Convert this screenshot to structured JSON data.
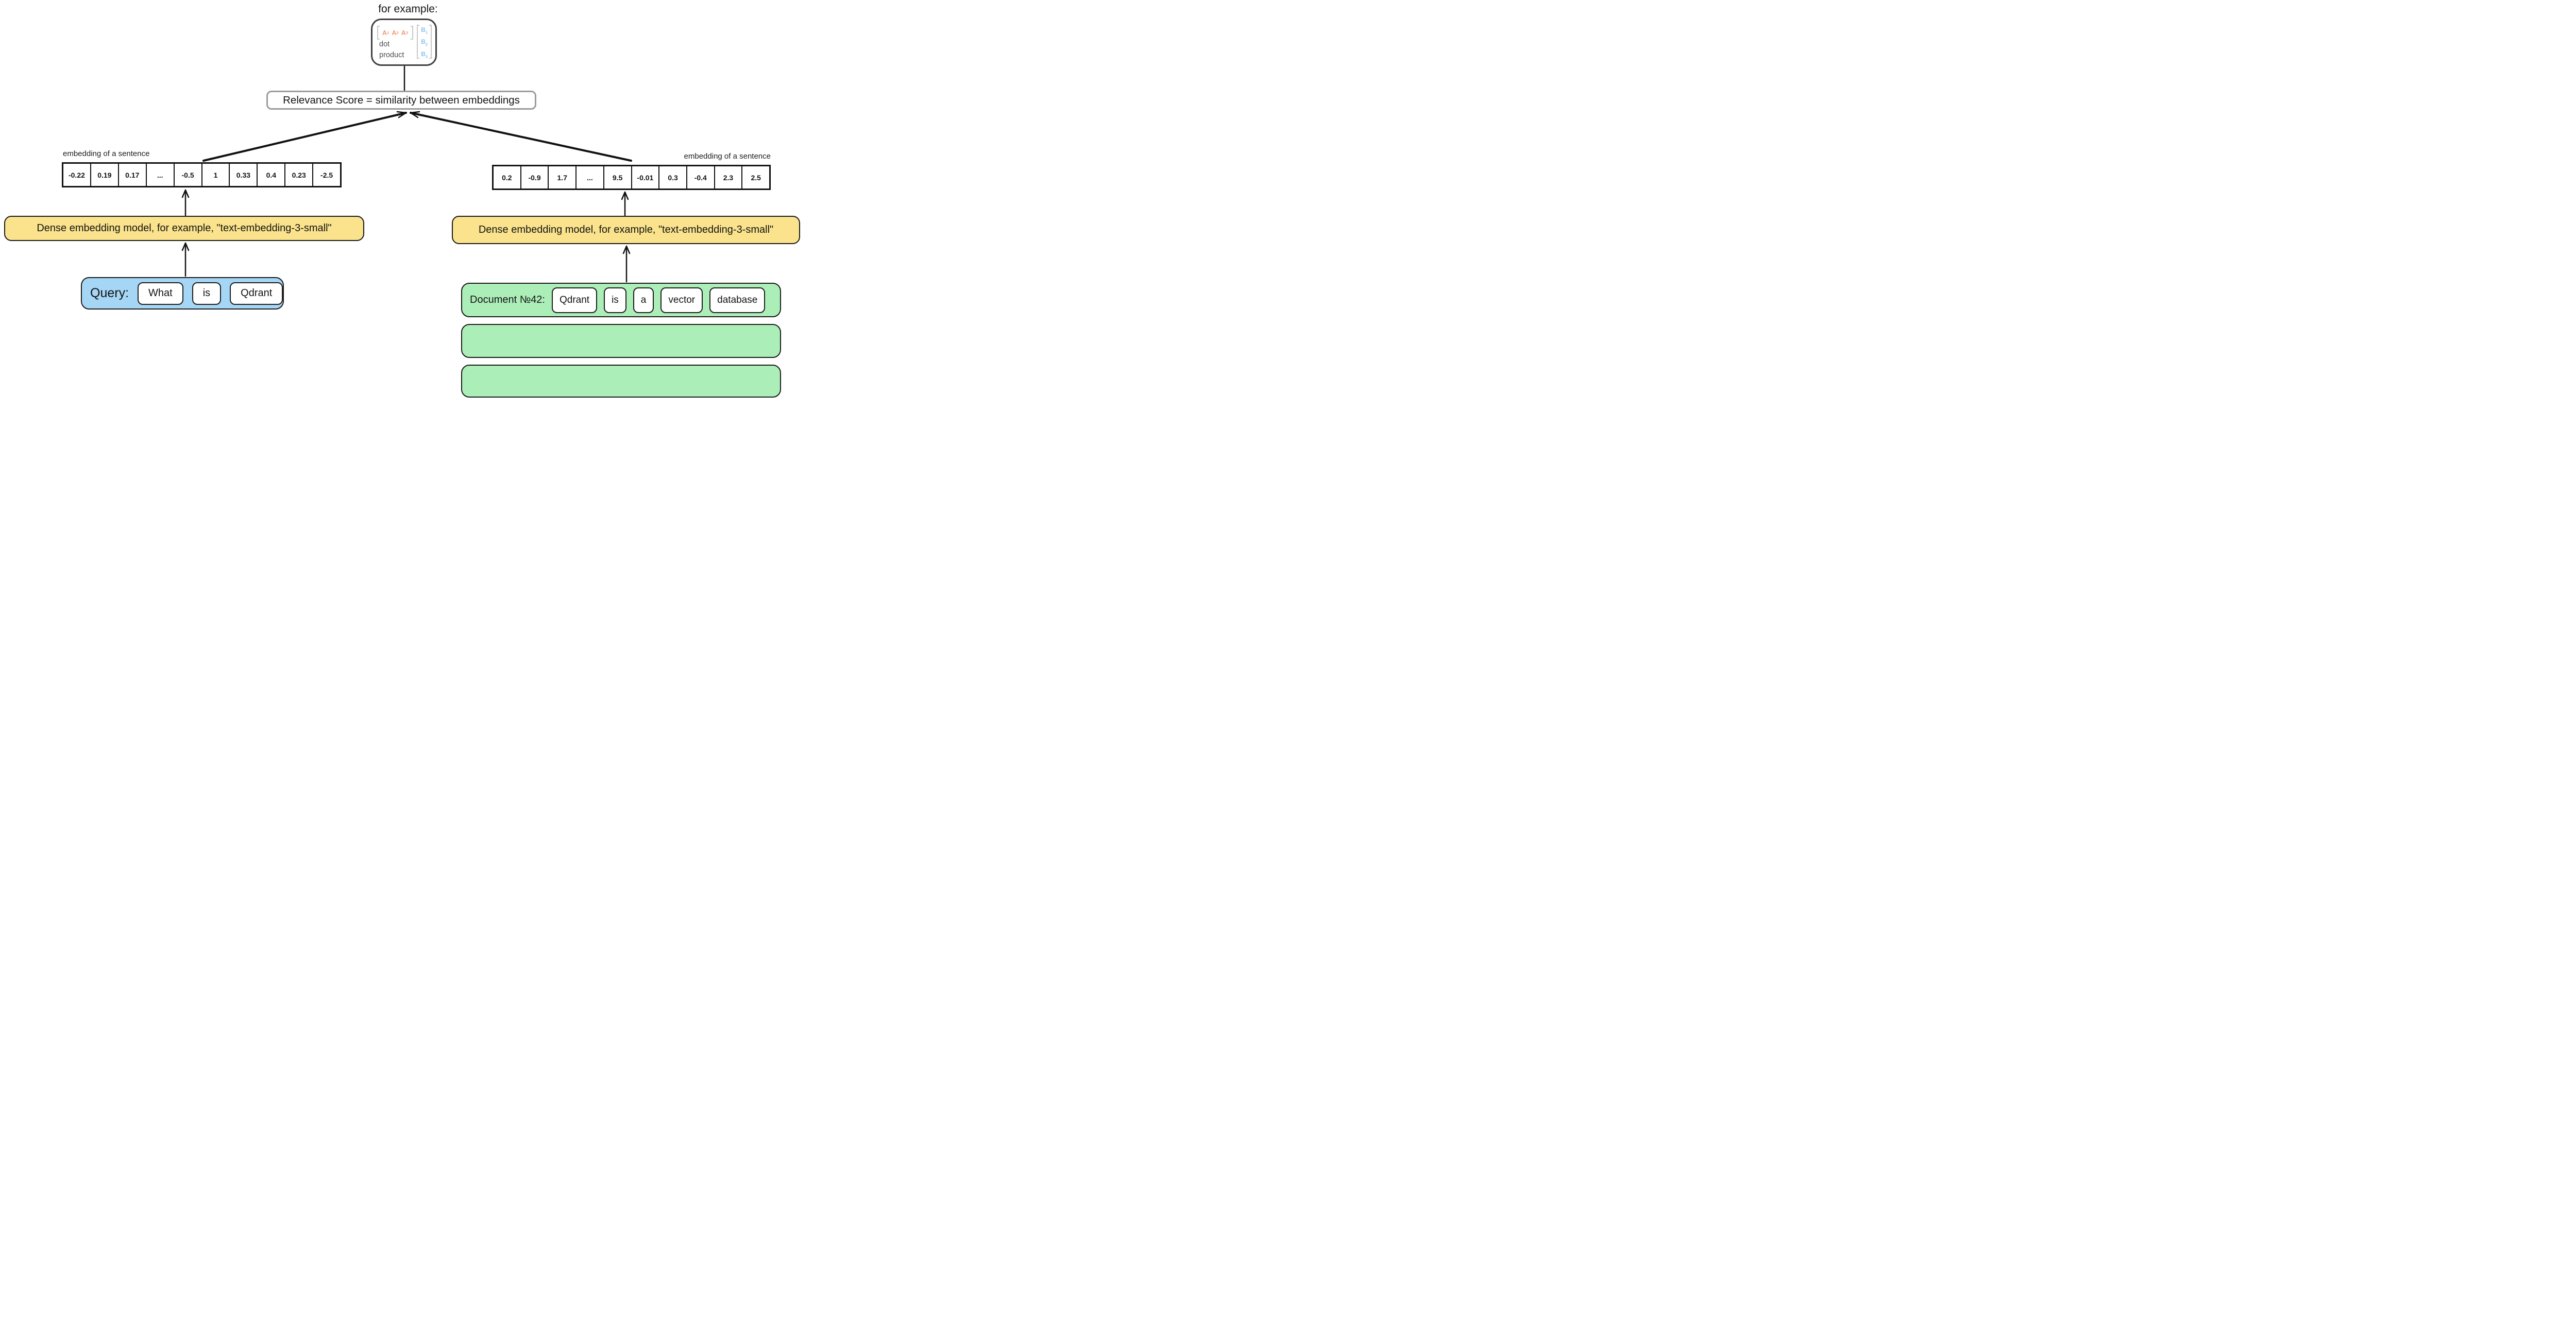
{
  "example": {
    "caption": "for example:",
    "vector_a": [
      {
        "base": "A",
        "sub": "1"
      },
      {
        "base": "A",
        "sub": "2"
      },
      {
        "base": "A",
        "sub": "3"
      }
    ],
    "vector_b": [
      {
        "base": "B",
        "sub": "1"
      },
      {
        "base": "B",
        "sub": "2"
      },
      {
        "base": "B",
        "sub": "3"
      }
    ],
    "operation_label": "dot product"
  },
  "relevance": {
    "text": "Relevance Score = similarity between embeddings"
  },
  "left": {
    "embedding_label": "embedding of a sentence",
    "embedding_values": [
      "-0.22",
      "0.19",
      "0.17",
      "...",
      "-0.5",
      "1",
      "0.33",
      "0.4",
      "0.23",
      "-2.5"
    ],
    "model_text": "Dense embedding model, for example, \"text-embedding-3-small\"",
    "query_label": "Query:",
    "tokens": [
      "What",
      "is",
      "Qdrant"
    ]
  },
  "right": {
    "embedding_label": "embedding of a sentence",
    "embedding_values": [
      "0.2",
      "-0.9",
      "1.7",
      "...",
      "9.5",
      "-0.01",
      "0.3",
      "-0.4",
      "2.3",
      "2.5"
    ],
    "model_text": "Dense embedding model, for example, \"text-embedding-3-small\"",
    "document_label": "Document №42:",
    "tokens": [
      "Qdrant",
      "is",
      "a",
      "vector",
      "database"
    ]
  },
  "colors": {
    "vector_a": "#f0997a",
    "vector_b": "#8ac2ee",
    "bracket": "#c9c9c9",
    "example_border": "#3f3f3f",
    "relevance_border": "#9c9c9c",
    "model_fill": "#fae38c",
    "query_fill": "#a5d6f6",
    "document_fill": "#aceeb8",
    "line_stroke": "#111111"
  }
}
